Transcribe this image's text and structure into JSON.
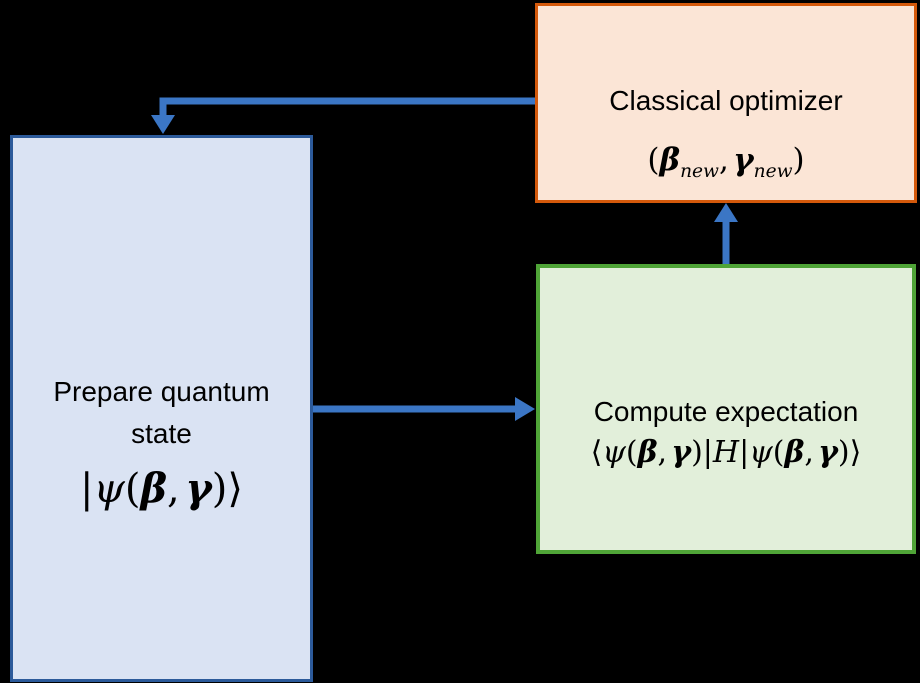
{
  "colors": {
    "background": "#000000",
    "arrow": "#3B76C5",
    "text": "#000000",
    "prepare_fill": "#DAE3F3",
    "prepare_border": "#2C5A9A",
    "optimizer_fill": "#FBE5D6",
    "optimizer_border": "#D4590B",
    "expectation_fill": "#E2EFDA",
    "expectation_border": "#4FA437"
  },
  "prepare_box": {
    "line1": "Prepare quantum",
    "line2": "state",
    "math": {
      "ket_open": "|",
      "psi": "ψ",
      "paren_open": "(",
      "beta": "β",
      "comma": ",",
      "gamma": "γ",
      "paren_close": ")",
      "ket_close": "⟩"
    }
  },
  "optimizer_box": {
    "label": "Classical optimizer",
    "math": {
      "paren_open": "(",
      "beta": "β",
      "beta_sub": "new",
      "comma": ",",
      "gamma": "γ",
      "gamma_sub": "new",
      "paren_close": ")"
    }
  },
  "expectation_box": {
    "label": "Compute expectation",
    "math": {
      "bra_open": "⟨",
      "psi1": "ψ",
      "paren_open1": "(",
      "beta1": "β",
      "comma1": ",",
      "gamma1": "γ",
      "paren_close1": ")",
      "bar1": "|",
      "hamiltonian": "H",
      "bar2": "|",
      "psi2": "ψ",
      "paren_open2": "(",
      "beta2": "β",
      "comma2": ",",
      "gamma2": "γ",
      "paren_close2": ")",
      "ket_close": "⟩"
    }
  }
}
